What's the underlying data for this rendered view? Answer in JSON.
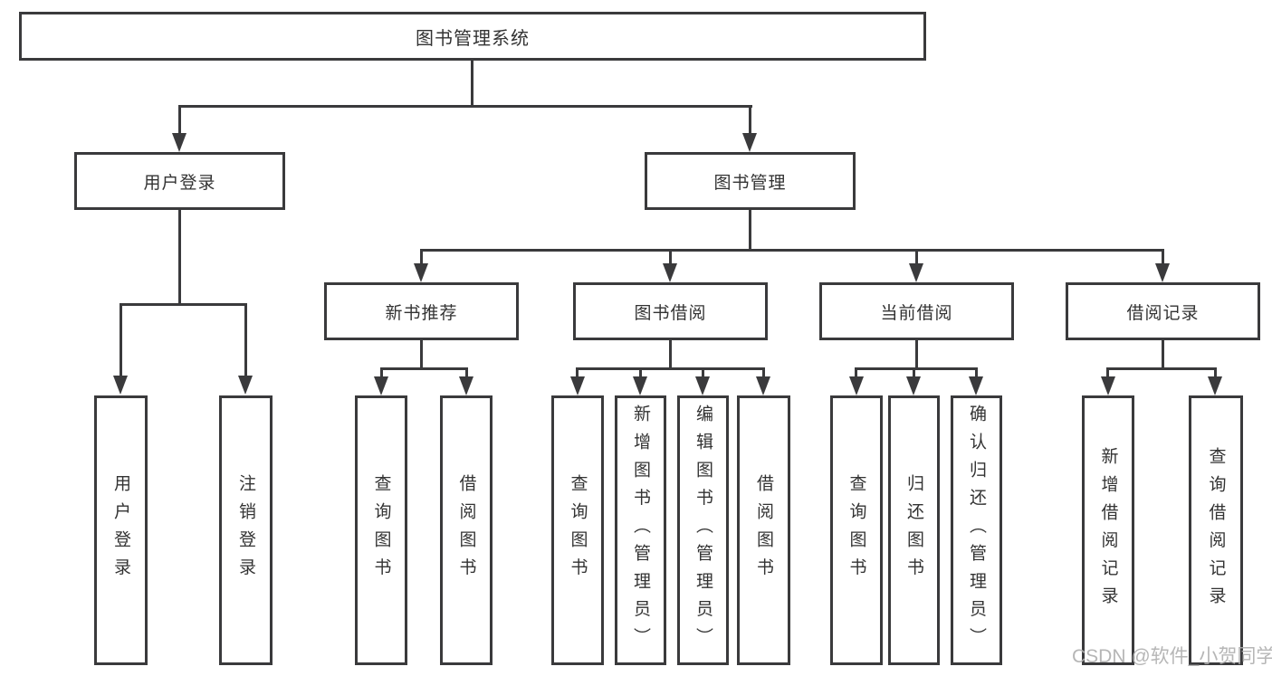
{
  "colors": {
    "line": "#3a3a3c",
    "text": "#333333",
    "watermark": "#b0b0b0",
    "background": "#ffffff"
  },
  "watermark": {
    "text": "CSDN @软件_小贺同学"
  },
  "tree": {
    "root": {
      "label": "图书管理系统"
    },
    "branches": [
      {
        "label": "用户登录",
        "children": [
          {
            "label": "用户登录"
          },
          {
            "label": "注销登录"
          }
        ]
      },
      {
        "label": "图书管理",
        "children": [
          {
            "label": "新书推荐",
            "children": [
              {
                "label": "查询图书"
              },
              {
                "label": "借阅图书"
              }
            ]
          },
          {
            "label": "图书借阅",
            "children": [
              {
                "label": "查询图书"
              },
              {
                "label": "新增图书（管理员）"
              },
              {
                "label": "编辑图书（管理员）"
              },
              {
                "label": "借阅图书"
              }
            ]
          },
          {
            "label": "当前借阅",
            "children": [
              {
                "label": "查询图书"
              },
              {
                "label": "归还图书"
              },
              {
                "label": "确认归还（管理员）"
              }
            ]
          },
          {
            "label": "借阅记录",
            "children": [
              {
                "label": "新增借阅记录"
              },
              {
                "label": "查询借阅记录"
              }
            ]
          }
        ]
      }
    ]
  }
}
